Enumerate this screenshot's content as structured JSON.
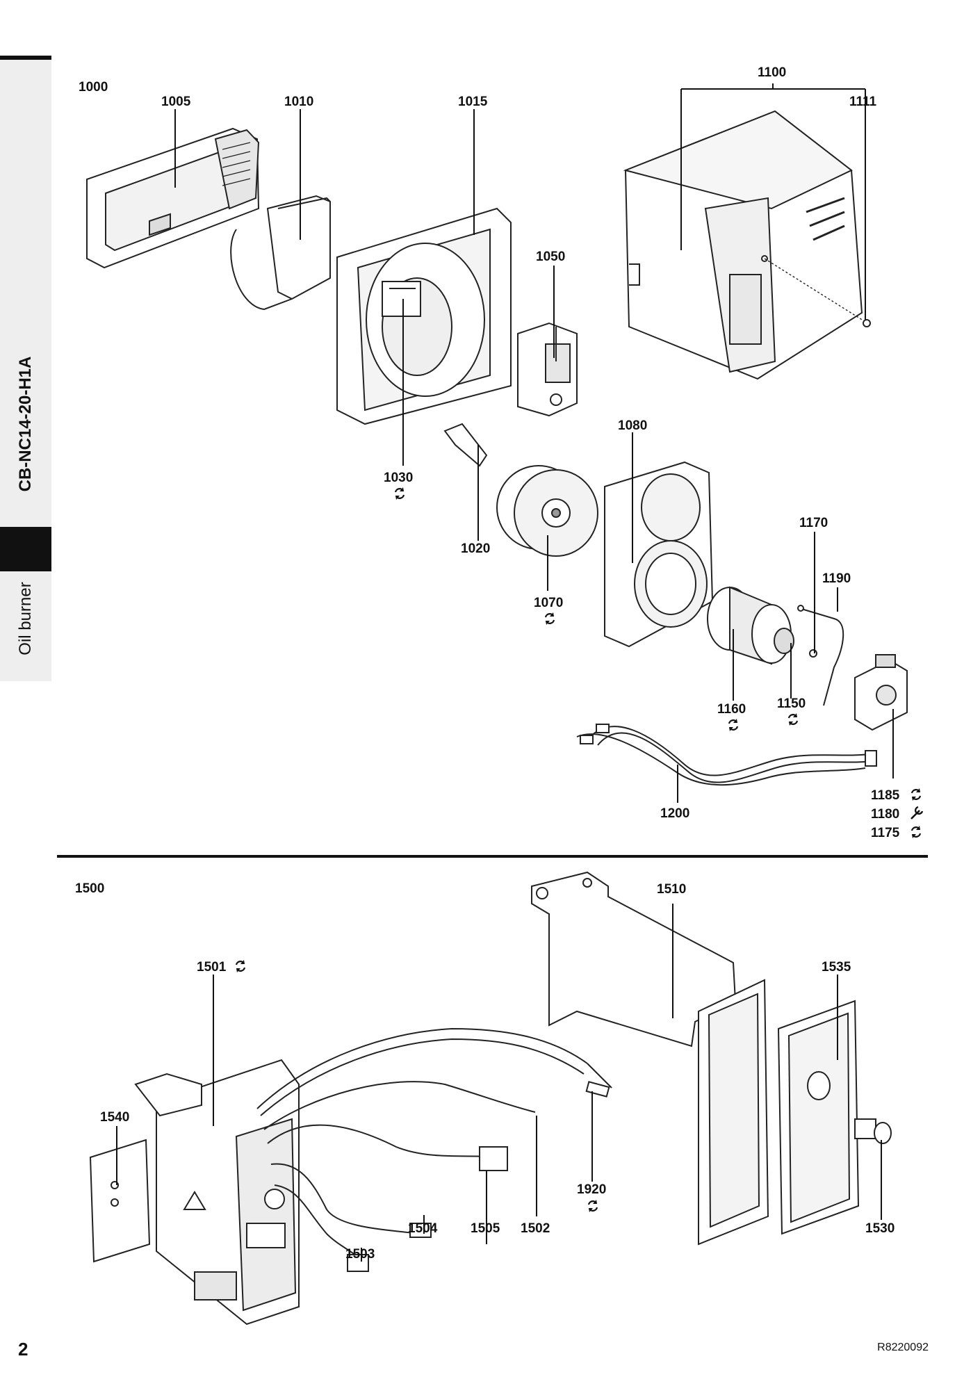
{
  "sidebar": {
    "model": "CB-NC14-20-H1A",
    "subtitle": "Oil burner"
  },
  "parts": {
    "p1000": "1000",
    "p1005": "1005",
    "p1010": "1010",
    "p1015": "1015",
    "p1050": "1050",
    "p1100": "1100",
    "p1111": "1111",
    "p1080": "1080",
    "p1030": "1030",
    "p1020": "1020",
    "p1070": "1070",
    "p1170": "1170",
    "p1190": "1190",
    "p1160": "1160",
    "p1150": "1150",
    "p1185": "1185",
    "p1180": "1180",
    "p1175": "1175",
    "p1200": "1200",
    "p1500": "1500",
    "p1510": "1510",
    "p1501": "1501",
    "p1535": "1535",
    "p1540": "1540",
    "p1920": "1920",
    "p1503": "1503",
    "p1504": "1504",
    "p1505": "1505",
    "p1502": "1502",
    "p1530": "1530"
  },
  "icons": {
    "wear_part": "rotate-arrows-icon",
    "tool": "wrench-icon"
  },
  "footer": {
    "page_number": "2",
    "document_code": "R8220092"
  }
}
